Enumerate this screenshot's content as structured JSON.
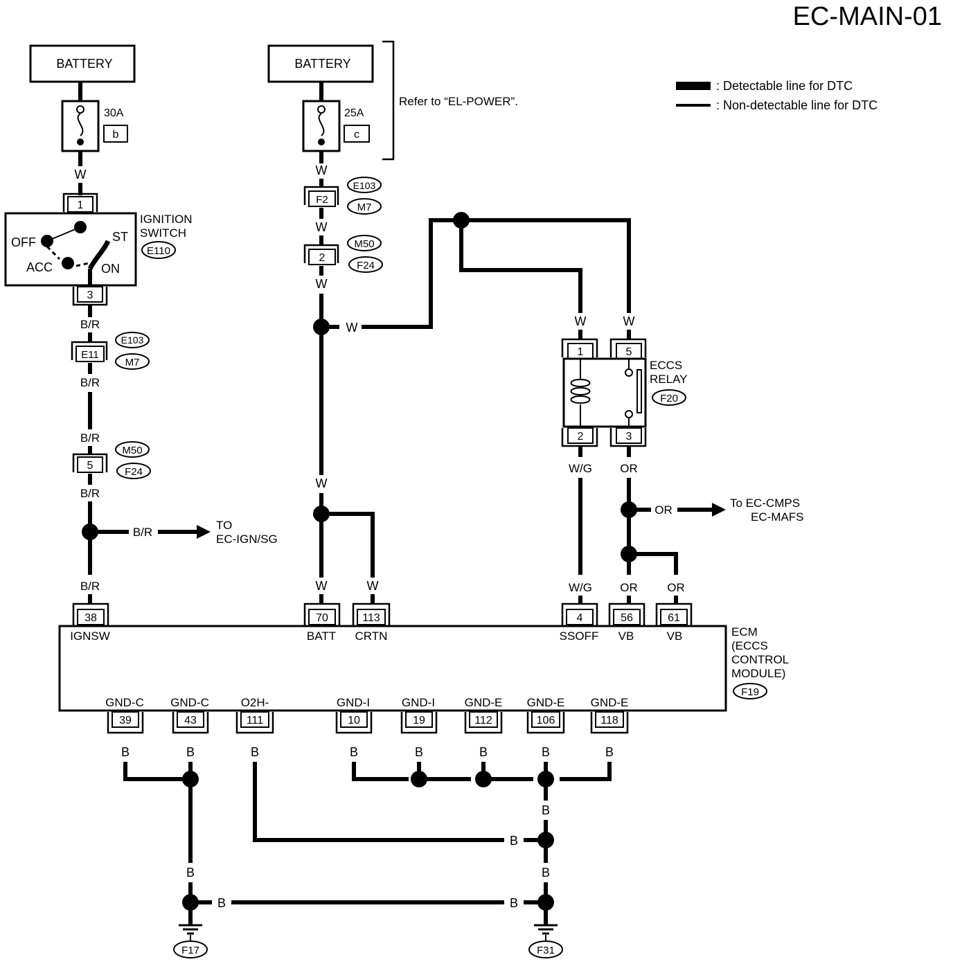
{
  "header": {
    "title": "EC-MAIN-01"
  },
  "legend": {
    "detectable": ": Detectable line for DTC",
    "nondetectable": ": Non-detectable line for DTC"
  },
  "components": {
    "battery1": "BATTERY",
    "battery2": "BATTERY",
    "fuse1_rating": "30A",
    "fuse1_id": "b",
    "fuse2_rating": "25A",
    "fuse2_id": "c",
    "refer_note": "Refer to “EL-POWER”.",
    "ign_title1": "IGNITION",
    "ign_title2": "SWITCH",
    "ign_conn": "E110",
    "ign_off": "OFF",
    "ign_acc": "ACC",
    "ign_on": "ON",
    "ign_st": "ST",
    "relay_title1": "ECCS",
    "relay_title2": "RELAY",
    "relay_conn": "F20",
    "ecm_line1": "ECM",
    "ecm_line2": "(ECCS",
    "ecm_line3": "CONTROL",
    "ecm_line4": "MODULE)",
    "ecm_conn": "F19"
  },
  "pins": {
    "ign1": "1",
    "ign3": "3",
    "e11": "E11",
    "p5": "5",
    "f2": "F2",
    "p2": "2",
    "r1": "1",
    "r5": "5",
    "r2": "2",
    "r3": "3",
    "top": [
      "38",
      "70",
      "113",
      "4",
      "56",
      "61"
    ],
    "bottom": [
      "39",
      "43",
      "111",
      "10",
      "19",
      "112",
      "106",
      "118"
    ]
  },
  "ecm_signals": {
    "top": [
      "IGNSW",
      "BATT",
      "CRTN",
      "SSOFF",
      "VB",
      "VB"
    ],
    "bottom": [
      "GND-C",
      "GND-C",
      "O2H-",
      "GND-I",
      "GND-I",
      "GND-E",
      "GND-E",
      "GND-E"
    ]
  },
  "connectors": {
    "c1a": "E103",
    "c1b": "M7",
    "c2a": "M50",
    "c2b": "F24",
    "c3a": "E103",
    "c3b": "M7",
    "c4a": "M50",
    "c4b": "F24",
    "g1": "F17",
    "g2": "F31"
  },
  "wire_labels": {
    "w": "W",
    "br": "B/R",
    "wg": "W/G",
    "or": "OR",
    "b": "B"
  },
  "arrows": {
    "to_ign1": "TO",
    "to_ign2": "EC-IGN/SG",
    "to_cmps1": "To EC-CMPS",
    "to_cmps2": "EC-MAFS"
  }
}
